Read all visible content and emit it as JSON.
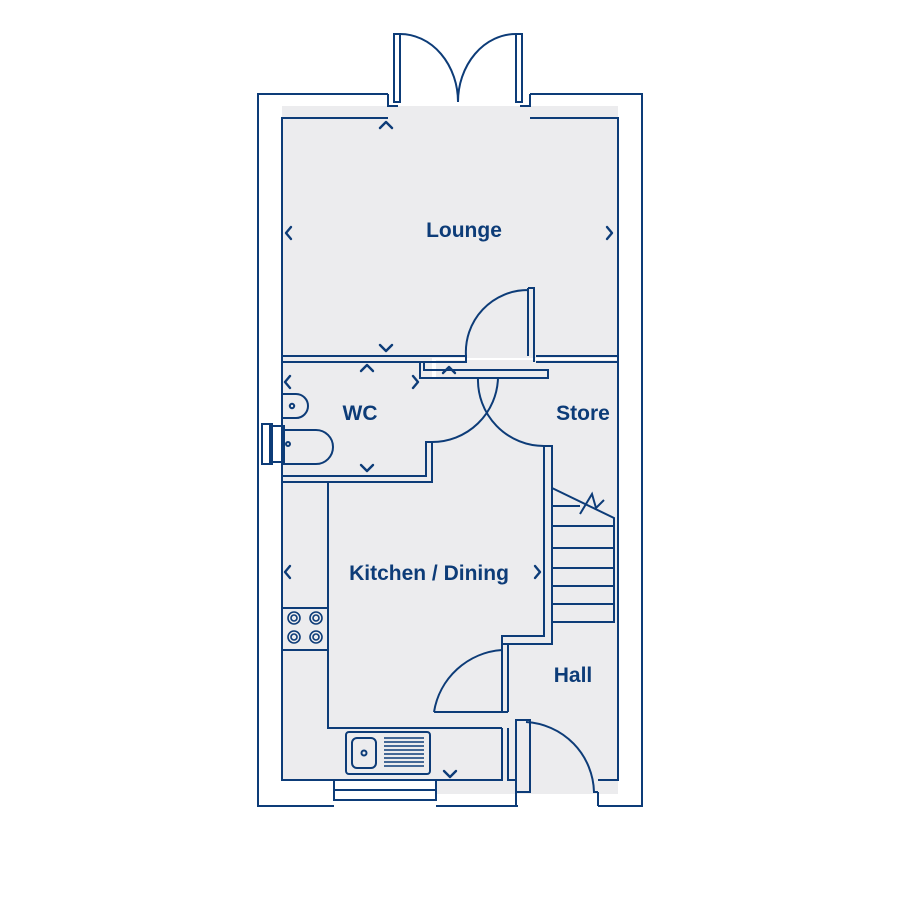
{
  "colors": {
    "wall": "#0d3c78",
    "floor": "#ececee",
    "background": "#ffffff",
    "label": "#0d3c78"
  },
  "rooms": {
    "lounge": "Lounge",
    "wc": "WC",
    "store": "Store",
    "kitchen": "Kitchen / Dining",
    "hall": "Hall"
  },
  "icons": {
    "dimension_marker": "chevron-icon",
    "basin": "basin-icon",
    "toilet": "toilet-icon",
    "hob": "hob-icon",
    "sink": "sink-icon",
    "door": "door-swing-icon",
    "stairs": "stairs-icon"
  }
}
